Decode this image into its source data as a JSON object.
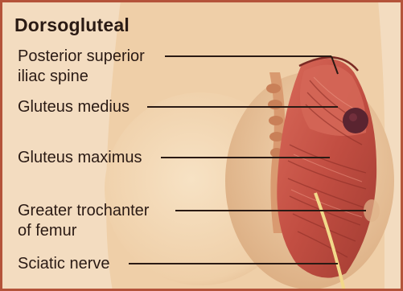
{
  "title": "Dorsogluteal",
  "labels": {
    "posterior_superior_line1": "Posterior superior",
    "posterior_superior_line2": "iliac spine",
    "gluteus_medius": "Gluteus medius",
    "gluteus_maximus": "Gluteus maximus",
    "greater_trochanter_line1": "Greater trochanter",
    "greater_trochanter_line2": "of femur",
    "sciatic_nerve": "Sciatic nerve"
  },
  "colors": {
    "background": "#f3dcc0",
    "skin": "#efcfa8",
    "skin_shadow": "#dcae82",
    "muscle": "#c9574a",
    "muscle_dark": "#9e3a30",
    "injection_site": "#5a2430",
    "leader_line": "#2a1a14",
    "border": "#b4533a"
  }
}
